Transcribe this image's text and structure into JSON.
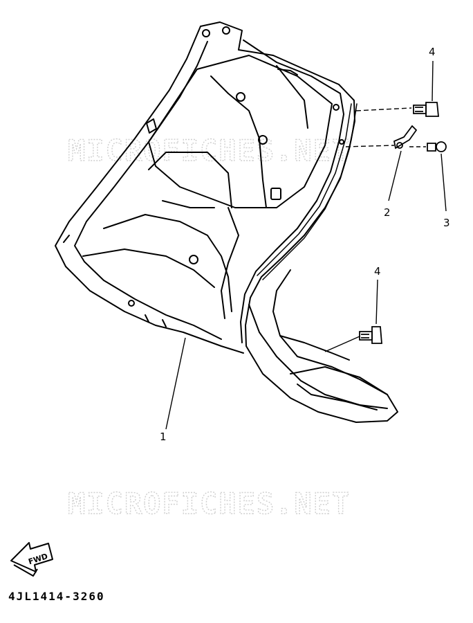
{
  "watermarks": [
    "MICROFICHES.NET",
    "MICROFICHES.NET"
  ],
  "callouts": {
    "part_1": "1",
    "part_2": "2",
    "part_3": "3",
    "part_4_upper": "4",
    "part_4_lower": "4"
  },
  "fwd_arrow": {
    "label": "FWD",
    "icon": "forward-arrow-icon"
  },
  "part_code": "4JL1414-3260",
  "colors": {
    "line": "#000000",
    "watermark": "#cfcfcf",
    "background": "#ffffff"
  }
}
